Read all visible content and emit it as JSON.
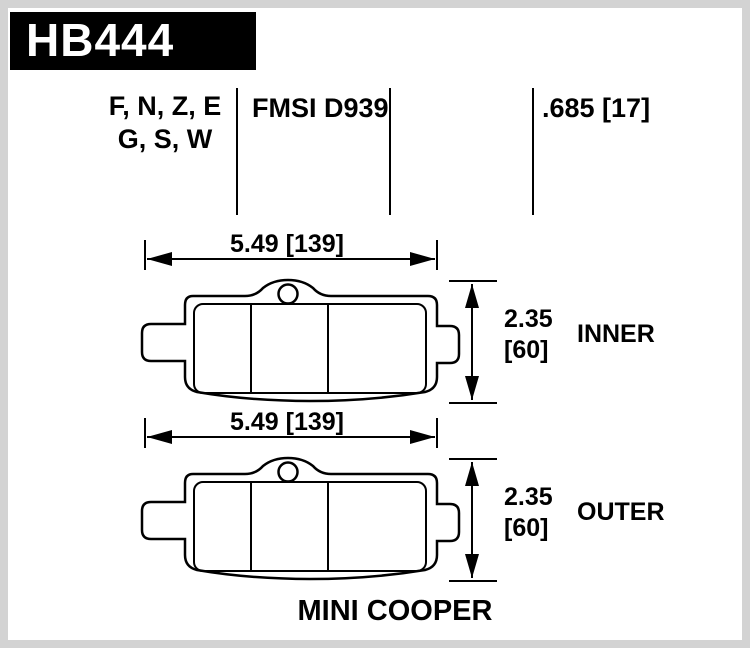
{
  "sheet": {
    "part_number": "HB444",
    "vehicle": "MINI COOPER"
  },
  "spec_header": {
    "compounds_line1": "F, N, Z, E",
    "compounds_line2": "G, S, W",
    "fmsi": "FMSI D939",
    "pad_thickness": ".685 [17]"
  },
  "pads": [
    {
      "label": "INNER",
      "width": "5.49 [139]",
      "height_in": "2.35",
      "height_mm": "[60]"
    },
    {
      "label": "OUTER",
      "width": "5.49 [139]",
      "height_in": "2.35",
      "height_mm": "[60]"
    }
  ],
  "colors": {
    "ink": "#000000",
    "paper": "#ffffff",
    "frame": "#d3d3d3"
  }
}
